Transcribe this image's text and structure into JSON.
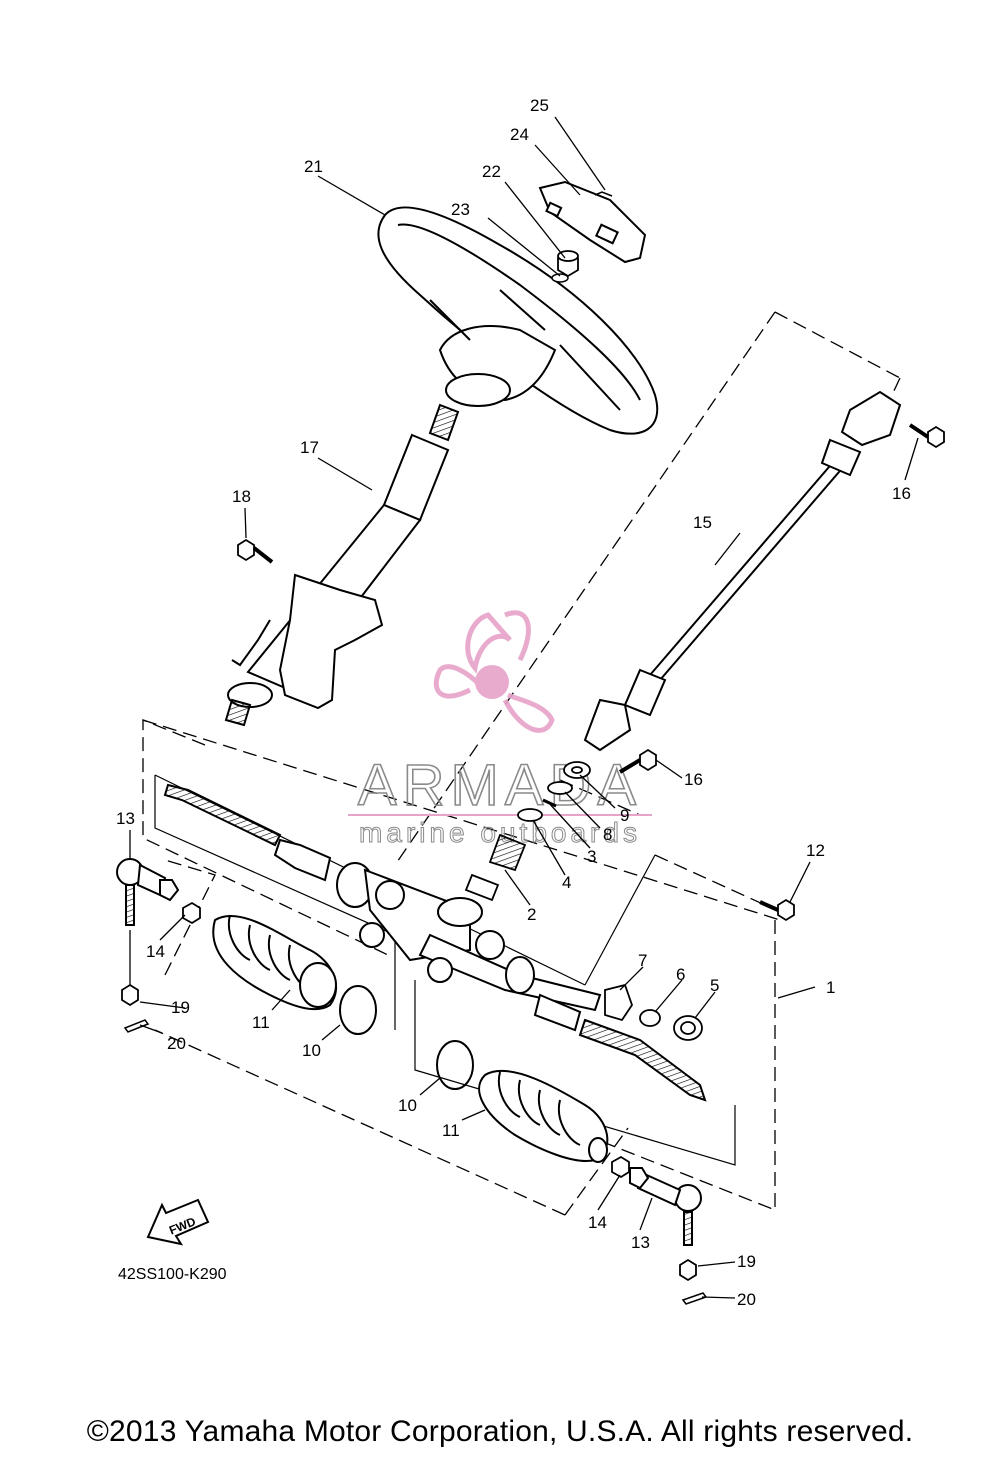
{
  "diagram": {
    "code": "42SS100-K290",
    "fwd_label": "FWD",
    "watermark": {
      "brand": "ARMADA",
      "tagline": "marine outboards",
      "color": "#e7a3c8"
    },
    "callouts": [
      "1",
      "2",
      "3",
      "4",
      "5",
      "6",
      "7",
      "8",
      "9",
      "10",
      "10",
      "11",
      "11",
      "12",
      "13",
      "13",
      "14",
      "14",
      "15",
      "16",
      "16",
      "17",
      "18",
      "19",
      "19",
      "20",
      "20",
      "21",
      "22",
      "23",
      "24",
      "25"
    ]
  },
  "footer": {
    "copyright": "©2013 Yamaha Motor Corporation, U.S.A. All rights reserved."
  }
}
